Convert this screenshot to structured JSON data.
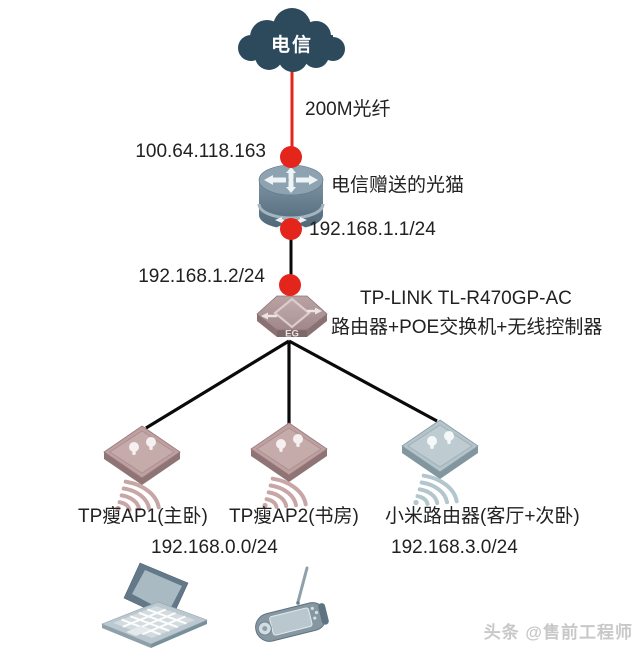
{
  "cloud": {
    "label": "电信"
  },
  "wan": {
    "link_label": "200M光纤",
    "ip": "100.64.118.163"
  },
  "modem": {
    "name": "电信赠送的光猫",
    "lan_ip": "192.168.1.1/24"
  },
  "gateway": {
    "ip": "192.168.1.2/24",
    "model": "TP-LINK TL-R470GP-AC",
    "role": "路由器+POE交换机+无线控制器",
    "badge": "EG"
  },
  "aps": [
    {
      "label": "TP瘦AP1(主卧)"
    },
    {
      "label": "TP瘦AP2(书房)"
    },
    {
      "label": "小米路由器(客厅+次卧)"
    }
  ],
  "subnets": [
    {
      "label": "192.168.0.0/24"
    },
    {
      "label": "192.168.3.0/24"
    }
  ],
  "watermark": "头条 @售前工程师",
  "icons": {
    "cloud": "cloud-shape",
    "modem": "router-cylinder-cross-arrows",
    "gateway": "hexagon-eg-gateway",
    "ap": "diamond-ap-with-wifi-waves",
    "clients": [
      "laptop",
      "pda-with-stylus"
    ]
  },
  "colors": {
    "red": "#e4251c",
    "cloud": "#2c4a5c",
    "link_line": "#0a0a0a",
    "ap_rose": "#bfa0a0",
    "ap_blue": "#b4c4cb",
    "text": "#212121",
    "watermark": "#c8c8c8"
  }
}
